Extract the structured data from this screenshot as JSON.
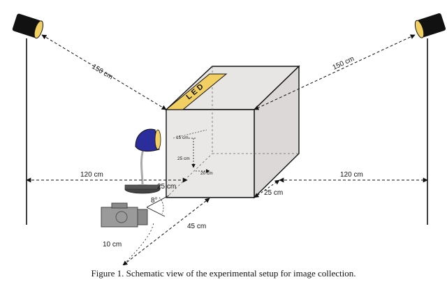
{
  "caption": "Figure 1.  Schematic view of the experimental setup for image collection.",
  "labels": {
    "dist_left_light": "150 cm",
    "dist_right_light": "150 cm",
    "dist_left_floor": "120 cm",
    "dist_right_floor": "120 cm",
    "cube_bottom_left": "25 cm",
    "cube_bottom_right": "25 cm",
    "camera_distance": "45 cm",
    "camera_angle": "8°",
    "camera_height": "10 cm",
    "inner_15": "15 cm",
    "inner_25": "25 cm",
    "inner_20": "20 cm",
    "led_text": "L E D"
  },
  "colors": {
    "line": "#111111",
    "cube_fill": "#e6e3e3",
    "cube_side": "#dcd8d8",
    "led_panel": "#f2cf62",
    "lamp_shade": "#2b2d9c",
    "lamp_base": "#555555",
    "camera_fill": "#9a9a9a"
  }
}
